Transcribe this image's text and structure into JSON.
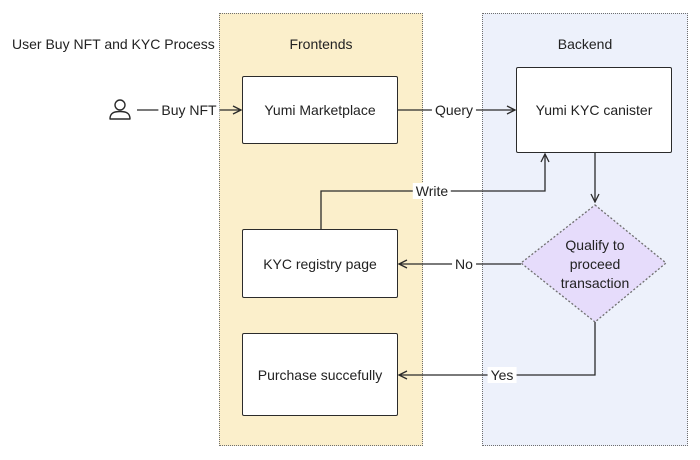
{
  "diagram": {
    "title": "User Buy NFT and KYC Process"
  },
  "lanes": {
    "frontends": {
      "title": "Frontends",
      "fill": "#fbefcb"
    },
    "backend": {
      "title": "Backend",
      "fill": "#edf1fb"
    }
  },
  "nodes": {
    "marketplace": "Yumi Marketplace",
    "kyc_canister": "Yumi KYC canister",
    "kyc_registry": "KYC registry page",
    "purchase": "Purchase succefully",
    "decision": "Qualify to proceed transaction",
    "decision_fill": "#e6dcfb"
  },
  "edges": {
    "buy_nft": "Buy NFT",
    "query": "Query",
    "write": "Write",
    "no": "No",
    "yes": "Yes"
  },
  "icons": {
    "user": "user-icon"
  }
}
